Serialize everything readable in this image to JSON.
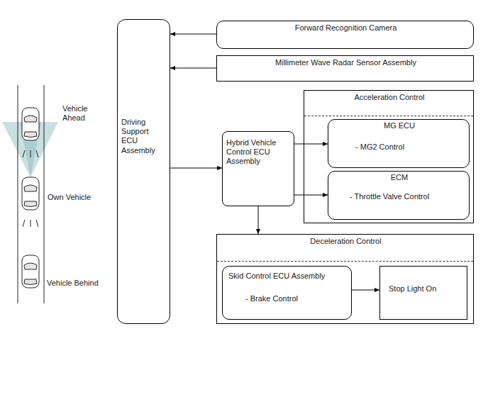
{
  "diagram": {
    "nodes": [
      {
        "text": [
          "Driving Support ECU Assembly"
        ]
      },
      {
        "text": [
          "Forward Recognition Camera"
        ]
      },
      {
        "text": [
          "Millimeter Wave Radar Sensor Assembly"
        ]
      },
      {
        "text": [
          "Hybrid Vehicle Control ECU Assembly"
        ]
      },
      {
        "text": [
          "Acceleration Control"
        ]
      },
      {
        "text": [
          "MG ECU",
          "- MG2 Control"
        ],
        "in": 4
      },
      {
        "text": [
          "ECM",
          "- Throttle Valve Control"
        ],
        "in": 4
      },
      {
        "text": [
          "Deceleration Control"
        ]
      },
      {
        "text": [
          "Skid Control ECU Assembly",
          "- Brake Control"
        ],
        "in": 7
      },
      {
        "text": [
          "Stop Light On"
        ],
        "in": 7
      }
    ],
    "edges": [
      {
        "from": 1,
        "to": 0,
        "arrow": "to"
      },
      {
        "from": 2,
        "to": 0,
        "arrow": "to"
      },
      {
        "from": 0,
        "to": 3,
        "arrow": "to"
      },
      {
        "from": 3,
        "to": 5,
        "arrow": "to"
      },
      {
        "from": 3,
        "to": 6,
        "arrow": "to"
      },
      {
        "from": 3,
        "to": 7,
        "arrow": "to"
      },
      {
        "from": 8,
        "to": 9,
        "arrow": "to"
      }
    ],
    "labels": [
      "Vehicle Ahead",
      "Own Vehicle",
      "Vehicle Behind"
    ]
  }
}
